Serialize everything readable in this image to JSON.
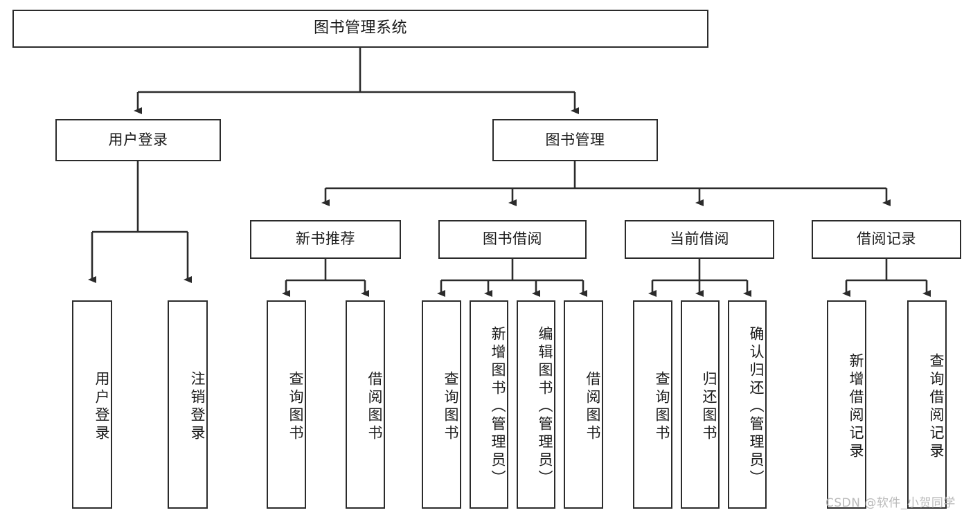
{
  "diagram": {
    "title": "图书管理系统",
    "type": "tree-hierarchy",
    "root": {
      "label": "图书管理系统"
    },
    "level2": [
      {
        "label": "用户登录"
      },
      {
        "label": "图书管理"
      }
    ],
    "level3": [
      {
        "label": "新书推荐"
      },
      {
        "label": "图书借阅"
      },
      {
        "label": "当前借阅"
      },
      {
        "label": "借阅记录"
      }
    ],
    "leaves": {
      "user_login": [
        {
          "label": "用户登录"
        },
        {
          "label": "注销登录"
        }
      ],
      "new_book_recommend": [
        {
          "label": "查询图书"
        },
        {
          "label": "借阅图书"
        }
      ],
      "book_borrow": [
        {
          "label": "查询图书"
        },
        {
          "label": "新增图书（管理员）"
        },
        {
          "label": "编辑图书（管理员）"
        },
        {
          "label": "借阅图书"
        }
      ],
      "current_borrow": [
        {
          "label": "查询图书"
        },
        {
          "label": "归还图书"
        },
        {
          "label": "确认归还（管理员）"
        }
      ],
      "borrow_record": [
        {
          "label": "新增借阅记录"
        },
        {
          "label": "查询借阅记录"
        }
      ]
    }
  },
  "watermark": {
    "text": "CSDN @软件_小贺同学"
  },
  "colors": {
    "border": "#2b2b2b",
    "text": "#1a1a1a",
    "background": "#ffffff",
    "watermark": "#b9b9b9"
  }
}
